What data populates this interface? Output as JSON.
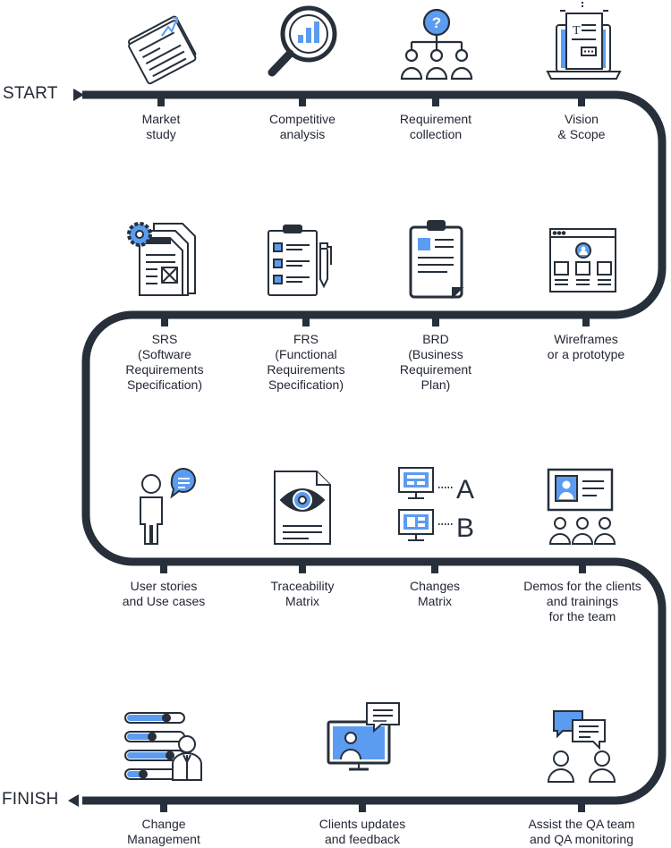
{
  "start_label": "START",
  "finish_label": "FINISH",
  "colors": {
    "track": "#262f3a",
    "accent": "#5b9cf0",
    "ink": "#222833"
  },
  "rows": [
    {
      "steps": [
        {
          "label": "Market\nstudy",
          "icon": "newspaper-icon"
        },
        {
          "label": "Competitive\nanalysis",
          "icon": "magnifier-chart-icon"
        },
        {
          "label": "Requirement\ncollection",
          "icon": "question-hierarchy-icon"
        },
        {
          "label": "Vision\n& Scope",
          "icon": "laptop-document-icon"
        }
      ]
    },
    {
      "steps": [
        {
          "label": "SRS\n(Software\nRequirements\nSpecification)",
          "icon": "gear-documents-icon"
        },
        {
          "label": "FRS\n(Functional\nRequirements\nSpecification)",
          "icon": "checklist-pen-icon"
        },
        {
          "label": "BRD\n(Business\nRequirement\nPlan)",
          "icon": "clipboard-icon"
        },
        {
          "label": "Wireframes\nor a prototype",
          "icon": "wireframe-icon"
        }
      ]
    },
    {
      "steps": [
        {
          "label": "User stories\nand Use cases",
          "icon": "user-speech-icon"
        },
        {
          "label": "Traceability\nMatrix",
          "icon": "eye-document-icon"
        },
        {
          "label": "Changes\nMatrix",
          "icon": "ab-monitors-icon"
        },
        {
          "label": "Demos for the clients\nand trainings\nfor the team",
          "icon": "presentation-audience-icon"
        }
      ]
    },
    {
      "steps": [
        {
          "label": "Change\nManagement",
          "icon": "sliders-person-icon"
        },
        {
          "label": "Clients updates\nand feedback",
          "icon": "monitor-chat-icon"
        },
        {
          "label": "Assist the QA team\nand QA monitoring",
          "icon": "people-chat-icon"
        }
      ]
    }
  ]
}
